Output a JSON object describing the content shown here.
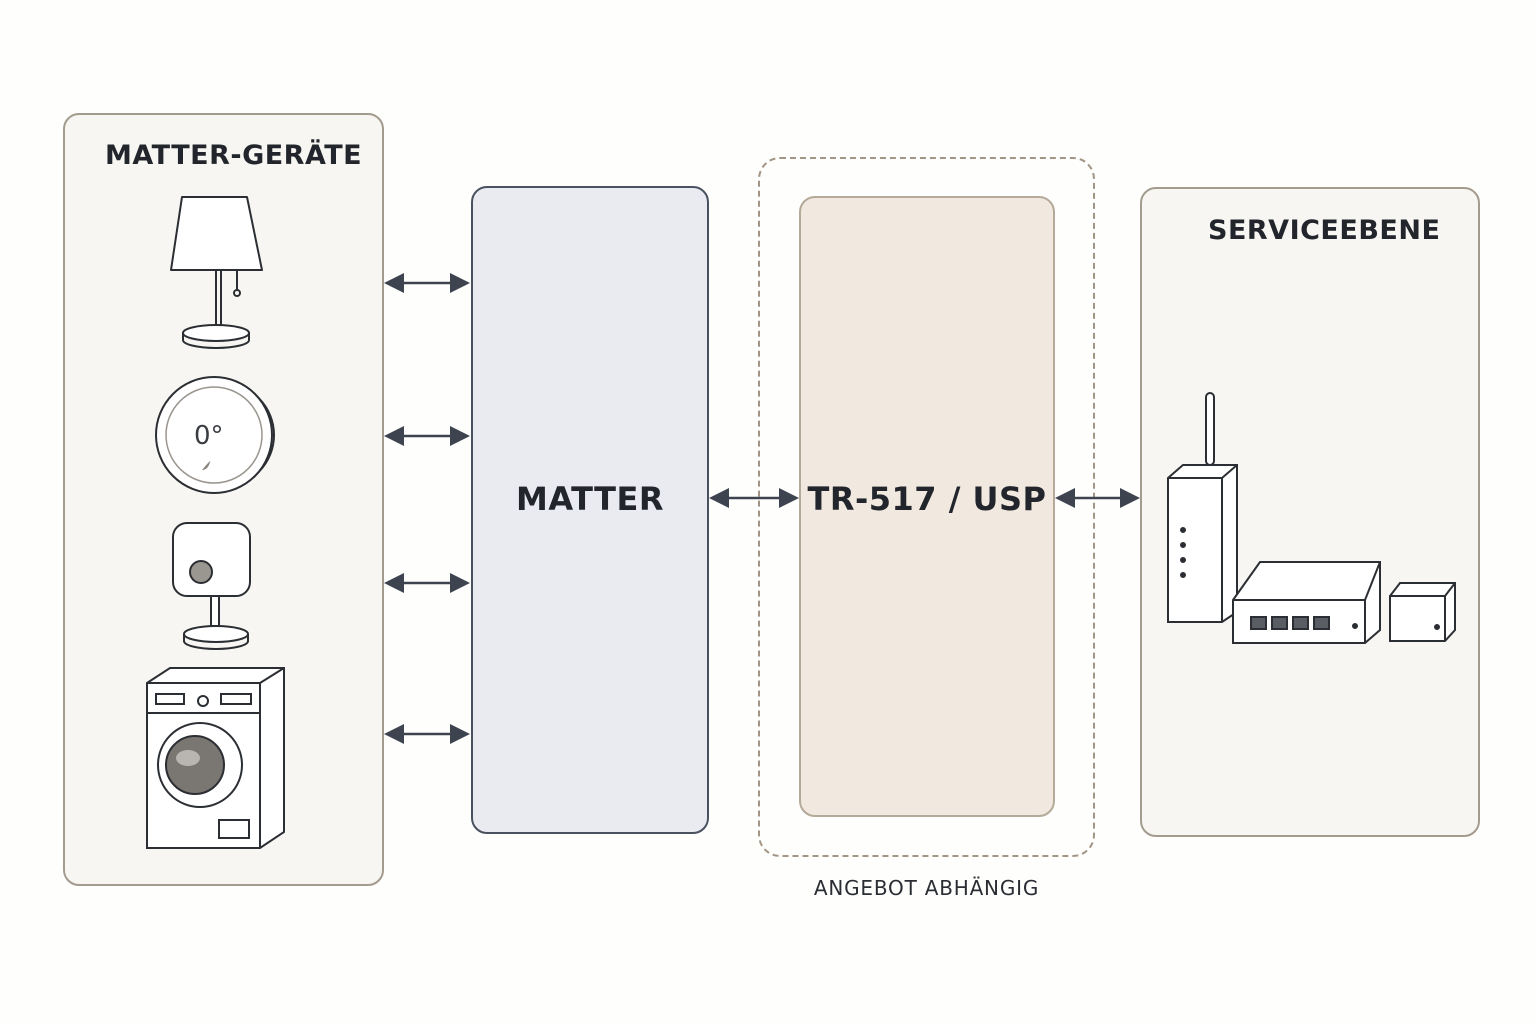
{
  "diagram": {
    "devices_panel": {
      "title": "MATTER-GERÄTE",
      "thermostat_display": "0°",
      "icons": [
        "lamp-icon",
        "thermostat-icon",
        "sensor-icon",
        "washing-machine-icon"
      ]
    },
    "matter_block": {
      "label": "MATTER"
    },
    "usp_block": {
      "label": "TR-517 / USP"
    },
    "offer_frame": {
      "caption": "ANGEBOT ABHÄNGIG"
    },
    "service_panel": {
      "title": "SERVICEEBENE",
      "icons": [
        "router-icon",
        "network-switch-icon",
        "mini-hub-icon"
      ]
    },
    "connections": [
      {
        "from": "lamp-icon",
        "to": "MATTER"
      },
      {
        "from": "thermostat-icon",
        "to": "MATTER"
      },
      {
        "from": "sensor-icon",
        "to": "MATTER"
      },
      {
        "from": "washing-machine-icon",
        "to": "MATTER"
      },
      {
        "from": "MATTER",
        "to": "TR-517 / USP"
      },
      {
        "from": "TR-517 / USP",
        "to": "SERVICEEBENE"
      }
    ],
    "colors": {
      "panel_fill": "#f7f6f2",
      "panel_border": "#a49b8f",
      "matter_fill": "#e9ebf1",
      "matter_border": "#4a5260",
      "usp_fill": "#f1e9df",
      "arrow": "#3d4450"
    }
  }
}
